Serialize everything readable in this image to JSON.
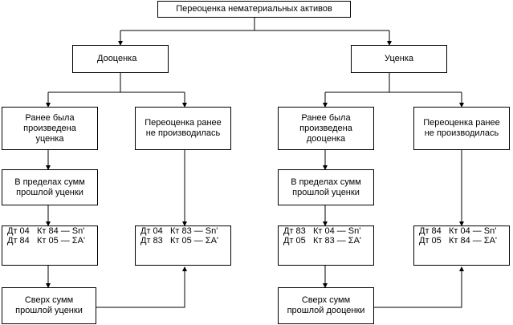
{
  "title": "Переоценка нематериальных активов",
  "branches": {
    "left": {
      "header": "Дооценка",
      "c1_top": "Ранее была\nпроизведена\nуценка",
      "c1_mid": "В пределах сумм\nпрошлой уценки",
      "c1_entry_line1": "Дт 04   Кт 84 — Sn'",
      "c1_entry_line2": "Дт 84   Кт 05 — ΣA'",
      "c1_bottom": "Сверх сумм\nпрошлой уценки",
      "c2_top": "Переоценка ранее\nне производилась",
      "c2_entry_line1": "Дт 04   Кт 83 — Sn'",
      "c2_entry_line2": "Дт 83   Кт 05 — ΣA'"
    },
    "right": {
      "header": "Уценка",
      "c1_top": "Ранее была\nпроизведена\nдооценка",
      "c1_mid": "В пределах сумм\nпрошлой уценки",
      "c1_entry_line1": "Дт 83   Кт 04 — Sn'",
      "c1_entry_line2": "Дт 05   Кт 83 — ΣA'",
      "c1_bottom": "Сверх сумм\nпрошлой дооценки",
      "c2_top": "Переоценка ранее\nне производилась",
      "c2_entry_line1": "Дт 84   Кт 04 — Sn'",
      "c2_entry_line2": "Дт 05   Кт 84 — ΣA'"
    }
  },
  "colors": {
    "line": "#000000",
    "background": "#ffffff"
  }
}
